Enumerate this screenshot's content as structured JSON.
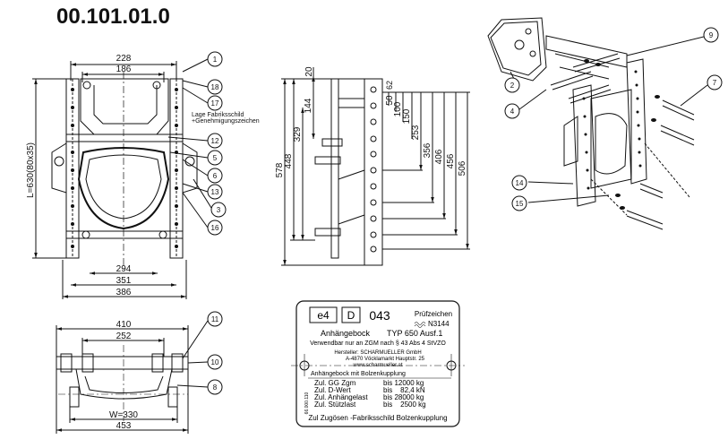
{
  "drawing_number": "00.101.01.0",
  "front_view": {
    "dims_top": [
      "228",
      "186"
    ],
    "dims_bottom": [
      "294",
      "351",
      "386"
    ],
    "length_label": "L=630(80x35)",
    "plate_note_1": "Lage Fabriksschild",
    "plate_note_2": "+Genehmigungszeichen"
  },
  "side_view": {
    "dims_top": [
      "20",
      "144",
      "50",
      "62",
      "100",
      "150"
    ],
    "dims_left": [
      "578",
      "448",
      "329"
    ],
    "dims_right": [
      "253",
      "356",
      "406",
      "456",
      "506"
    ]
  },
  "top_view": {
    "dims_top": [
      "410",
      "252"
    ],
    "dims_bottom": [
      "W=330",
      "453"
    ]
  },
  "balloons": [
    "1",
    "18",
    "17",
    "12",
    "5",
    "6",
    "13",
    "3",
    "16",
    "9",
    "2",
    "4",
    "7",
    "14",
    "15",
    "11",
    "10",
    "8"
  ],
  "nameplate": {
    "e_mark": "e4",
    "country": "D",
    "approval_no": "043",
    "pruefzeichen_label": "Prüfzeichen",
    "pruefzeichen_no": "N3144",
    "title": "Anhängebock",
    "type": "TYP 650 Ausf.1",
    "usage": "Verwendbar nur an ZGM nach § 43 Abs 4 StVZO",
    "manufacturer": "Hersteller: SCHARMUELLER GmbH",
    "address": "A-4870 Vöcklamarkt Hauptstr. 25",
    "web": "www.scharmueller.at",
    "section": "Anhängebock mit Bolzenkupplung",
    "rows": [
      {
        "label": "Zul. GG Zgm",
        "value": "bis 12000 kg"
      },
      {
        "label": "Zul. D-Wert",
        "value": "bis    82,4 kN"
      },
      {
        "label": "Zul. Anhängelast",
        "value": "bis 28000 kg"
      },
      {
        "label": "Zul. Stützlast",
        "value": "bis    2500 kg"
      }
    ],
    "side_code": "66.000.110",
    "footer": "Zul Zugösen  -Fabriksschild Bolzenkupplung"
  }
}
